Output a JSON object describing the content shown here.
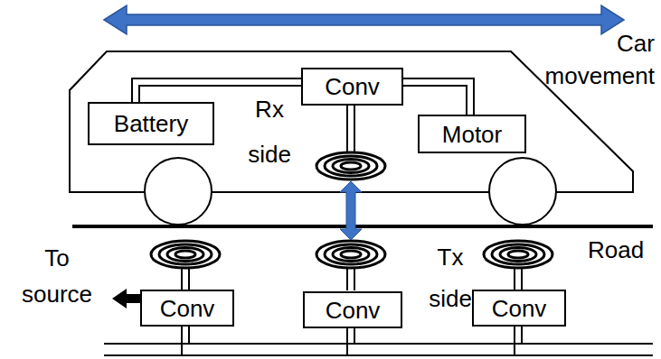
{
  "diagram": {
    "nodes": [
      {
        "text": [
          "Conv"
        ]
      },
      {
        "text": [
          "Battery"
        ]
      },
      {
        "text": [
          "Motor"
        ]
      },
      {
        "text": [
          "Conv"
        ]
      },
      {
        "text": [
          "Conv"
        ]
      },
      {
        "text": [
          "Conv"
        ]
      }
    ],
    "edges": [
      {
        "from": 1,
        "to": 0,
        "arrow": "none"
      },
      {
        "from": 0,
        "to": 2,
        "arrow": "none"
      }
    ],
    "labels": [
      "Car movement",
      "Rx side",
      "Tx side",
      "Road",
      "To source"
    ]
  }
}
